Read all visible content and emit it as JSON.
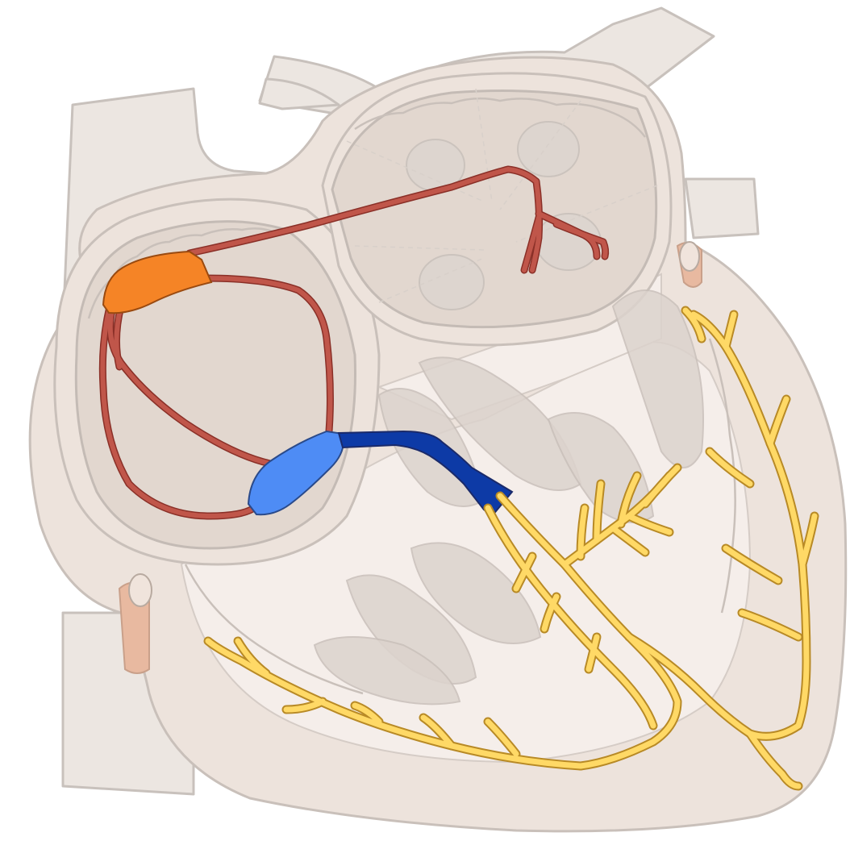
{
  "colors": {
    "background": "#ffffff",
    "heart_wall": "#ede3dc",
    "heart_outline": "#c9c0ba",
    "chamber": "#e2d7cf",
    "internodal_pathways": "#c0564a",
    "internodal_outline": "#8a3028",
    "sinoatrial_node": "#f58426",
    "atrioventricular_node": "#4e8cf5",
    "bundle_of_his": "#0d3aa6",
    "purkinje_fibers": "#ffd966",
    "purkinje_outline": "#b88a26",
    "coronary_vessel": "#e8b9a0"
  },
  "components": [
    {
      "id": "sinoatrial-node",
      "color_key": "sinoatrial_node"
    },
    {
      "id": "internodal-pathways",
      "color_key": "internodal_pathways"
    },
    {
      "id": "atrioventricular-node",
      "color_key": "atrioventricular_node"
    },
    {
      "id": "bundle-of-his",
      "color_key": "bundle_of_his"
    },
    {
      "id": "purkinje-fibers",
      "color_key": "purkinje_fibers"
    }
  ]
}
